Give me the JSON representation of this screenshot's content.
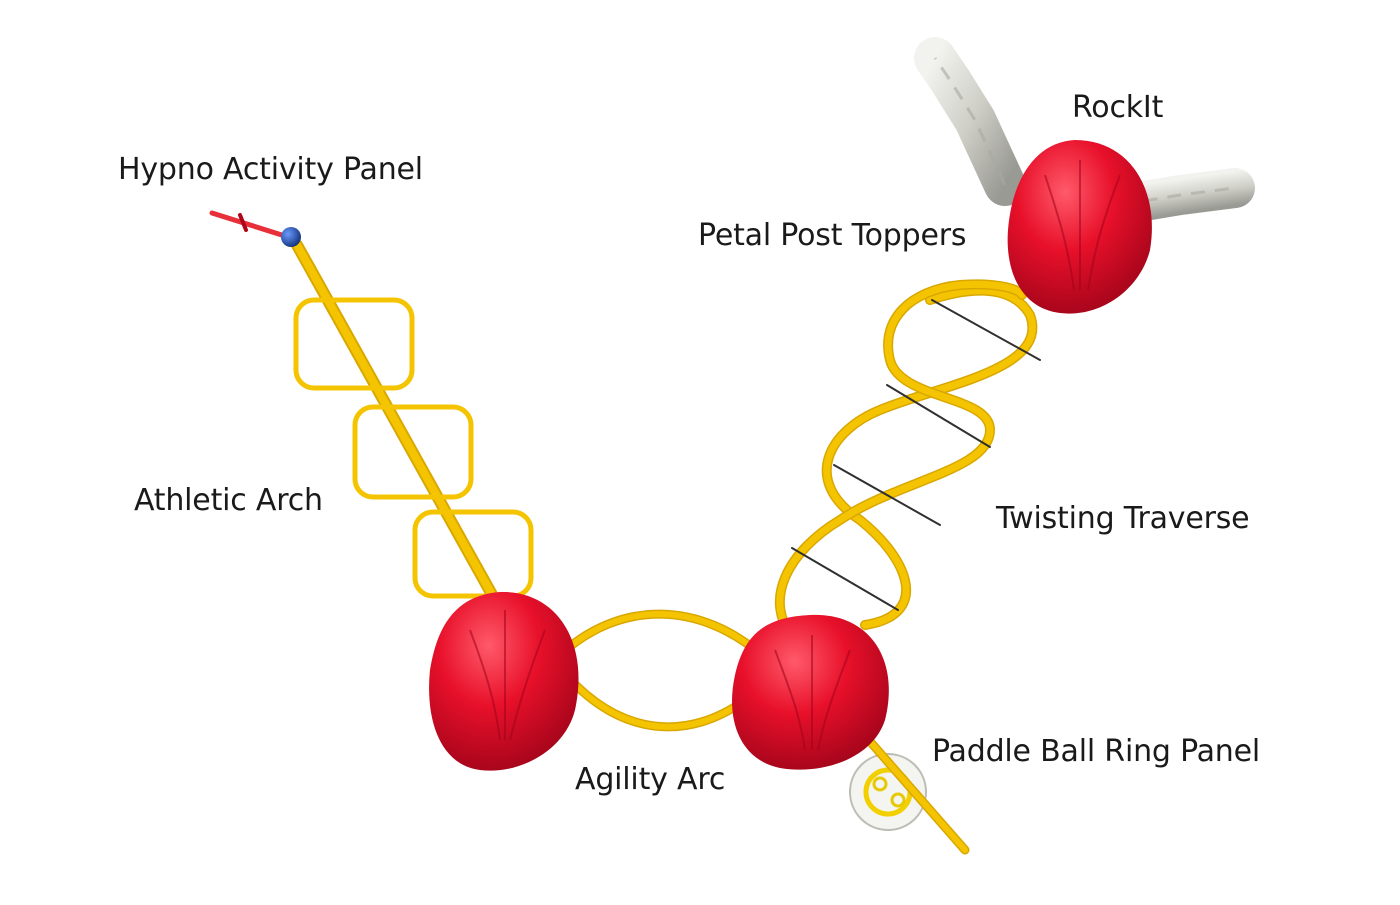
{
  "diagram": {
    "components": [
      {
        "id": "hypno",
        "label": "Hypno Activity Panel"
      },
      {
        "id": "athletic",
        "label": "Athletic Arch"
      },
      {
        "id": "agility",
        "label": "Agility Arc"
      },
      {
        "id": "paddle",
        "label": "Paddle Ball Ring Panel"
      },
      {
        "id": "twisting",
        "label": "Twisting Traverse"
      },
      {
        "id": "petal",
        "label": "Petal Post Toppers"
      },
      {
        "id": "rockit",
        "label": "RockIt"
      }
    ],
    "colors": {
      "pipe": "#f5c400",
      "pipe_edge": "#d9a800",
      "topper": "#e8102a",
      "topper_dark": "#b0061a",
      "rock": "#d6d6d0",
      "handle": "#e8303a",
      "knob": "#1f4fb0",
      "cable": "#303030"
    }
  }
}
